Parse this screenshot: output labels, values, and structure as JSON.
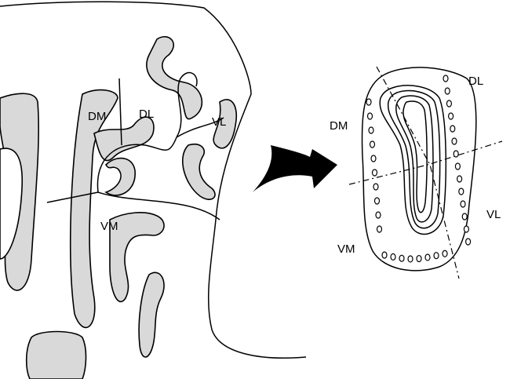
{
  "left_diagram": {
    "labels": {
      "dm": "DM",
      "dl": "DL",
      "vl": "VL",
      "vm": "VM"
    }
  },
  "right_diagram": {
    "labels": {
      "dl": "DL",
      "dm": "DM",
      "vl": "VL",
      "vm": "VM"
    }
  }
}
